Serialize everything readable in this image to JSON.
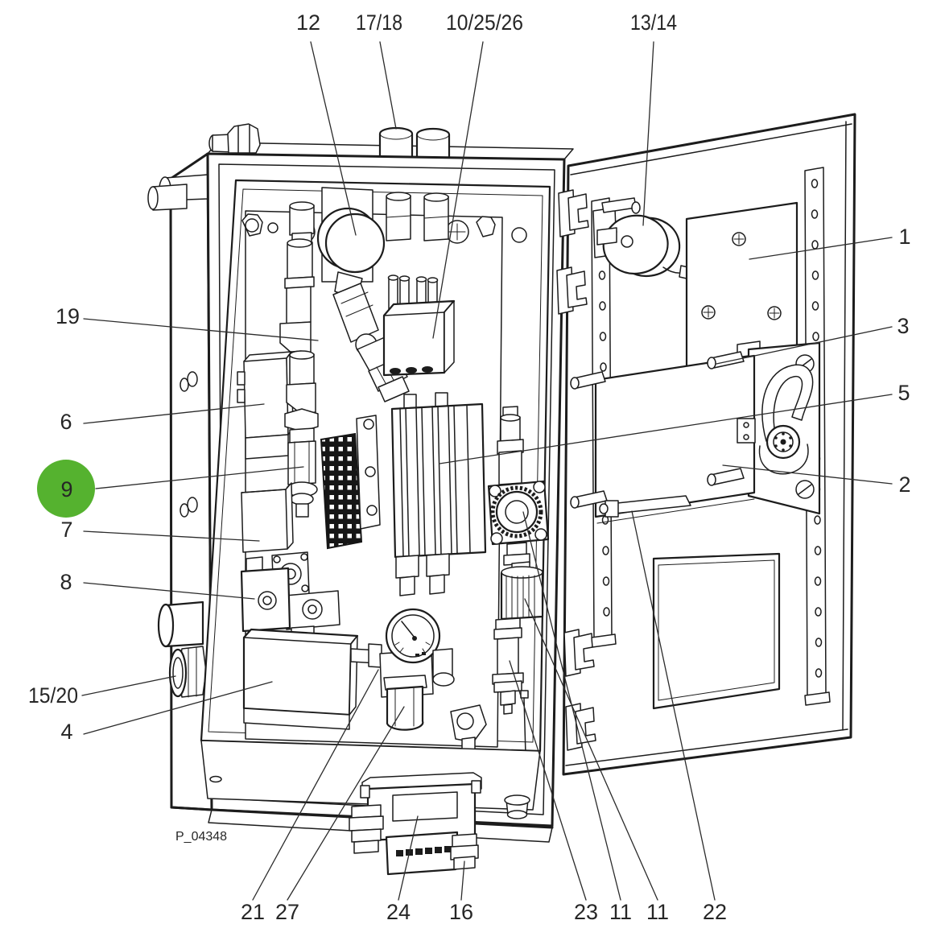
{
  "diagram": {
    "drawing_code": "P_04348",
    "highlight": {
      "callout": "9",
      "color": "#55B22F"
    },
    "callouts": {
      "top": [
        "12",
        "17/18",
        "10/25/26",
        "13/14"
      ],
      "left": [
        "19",
        "6",
        "9",
        "7",
        "8",
        "15/20",
        "4"
      ],
      "right": [
        "1",
        "3",
        "5",
        "2"
      ],
      "bottom": [
        "21",
        "27",
        "24",
        "16",
        "23",
        "11",
        "11",
        "22"
      ]
    }
  }
}
